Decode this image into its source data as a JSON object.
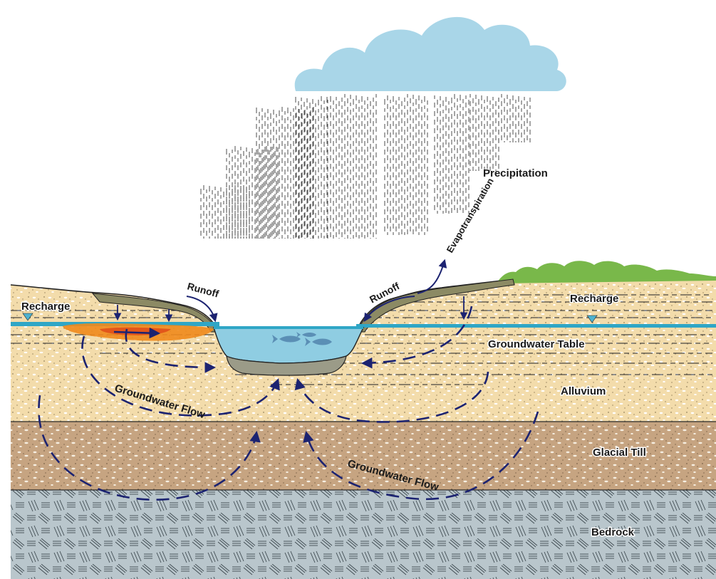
{
  "labels": {
    "precipitation": "Precipitation",
    "evapotranspiration": "Evapotranspiration",
    "runoff_left": "Runoff",
    "runoff_right": "Runoff",
    "recharge_left": "Recharge",
    "recharge_right": "Recharge",
    "groundwater_table": "Groundwater Table",
    "groundwater_flow_upper": "Groundwater Flow",
    "groundwater_flow_lower": "Groundwater Flow",
    "alluvium": "Alluvium",
    "glacial_till": "Glacial Till",
    "bedrock": "Bedrock"
  },
  "colors": {
    "cloud": "#a9d6e8",
    "water": "#8fcde2",
    "water_table": "#2fa6c6",
    "alluvium": "#f3dcab",
    "glacial_till": "#c6a481",
    "bedrock": "#b9c6cc",
    "grass": "#79b84a",
    "flow_arrow": "#1c2371",
    "contaminant": "#f08a1c"
  }
}
